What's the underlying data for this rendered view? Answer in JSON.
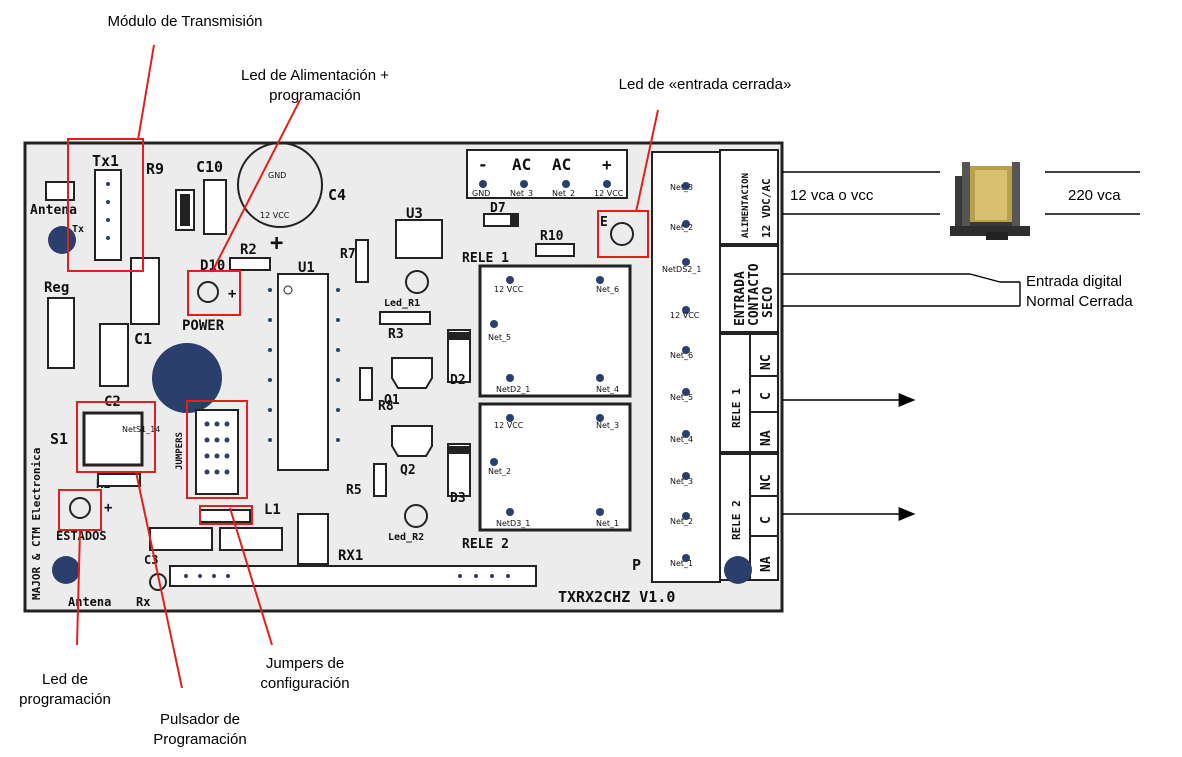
{
  "callouts": {
    "modulo_tx": "Módulo de Transmisión",
    "led_alim_1": "Led de Alimentación +",
    "led_alim_2": "programación",
    "led_entrada": "Led de «entrada cerrada»",
    "entrada_digital_1": "Entrada digital",
    "entrada_digital_2": "Normal Cerrada",
    "led_prog_1": "Led de",
    "led_prog_2": "programación",
    "pulsador_1": "Pulsador de",
    "pulsador_2": "Programación",
    "jumpers_1": "Jumpers de",
    "jumpers_2": "configuración",
    "vca_12": "12 vca o vcc",
    "vca_220": "220 vca"
  },
  "board": {
    "model": "TXRX2CHZ V1.0",
    "maker": "MAJOR & CTM Electronica",
    "labels": {
      "tx1": "Tx1",
      "r9": "R9",
      "c10": "C10",
      "c4": "C4",
      "antena_tx": "Antena",
      "tx": "Tx",
      "d10": "D10",
      "r2": "R2",
      "u1": "U1",
      "r7": "R7",
      "u3": "U3",
      "d7": "D7",
      "r10": "R10",
      "rele1": "RELE 1",
      "reg": "Reg",
      "c1": "C1",
      "power": "POWER",
      "led_r1": "Led_R1",
      "r3": "R3",
      "q1": "Q1",
      "r8": "R8",
      "c2": "C2",
      "s1": "S1",
      "jumpers": "JUMPERS",
      "q2": "Q2",
      "r5": "R5",
      "d3": "D3",
      "d2": "D2",
      "r1": "R1",
      "estados": "ESTADOS",
      "l1": "L1",
      "led_r2": "Led_R2",
      "rele2": "RELE 2",
      "rx1": "RX1",
      "c3": "C3",
      "antena_rx": "Antena",
      "rx": "Rx",
      "p": "P",
      "e": "E",
      "ac": "AC",
      "ac2": "AC",
      "minus": "-",
      "plus": "+"
    },
    "terminals": {
      "alimentacion": "ALIMENTACION",
      "vdc": "12 VDC/AC",
      "entrada": "ENTRADA",
      "contacto": "CONTACTO",
      "seco": "SECO",
      "rele1": "RELE 1",
      "rele2": "RELE 2",
      "nc": "NC",
      "c": "C",
      "na": "NA"
    },
    "nets": {
      "vcc12": "12 VCC",
      "gnd": "GND",
      "net3": "Net_3",
      "net2": "Net_2",
      "net1": "Net_1",
      "net6": "Net_6",
      "net5": "Net_5",
      "net4": "Net_4",
      "netds21": "NetDS2_1",
      "net14": "NetS1_14",
      "netd21": "NetD2_1",
      "netd31": "NetD3_1",
      "net10": "Net_3"
    }
  }
}
